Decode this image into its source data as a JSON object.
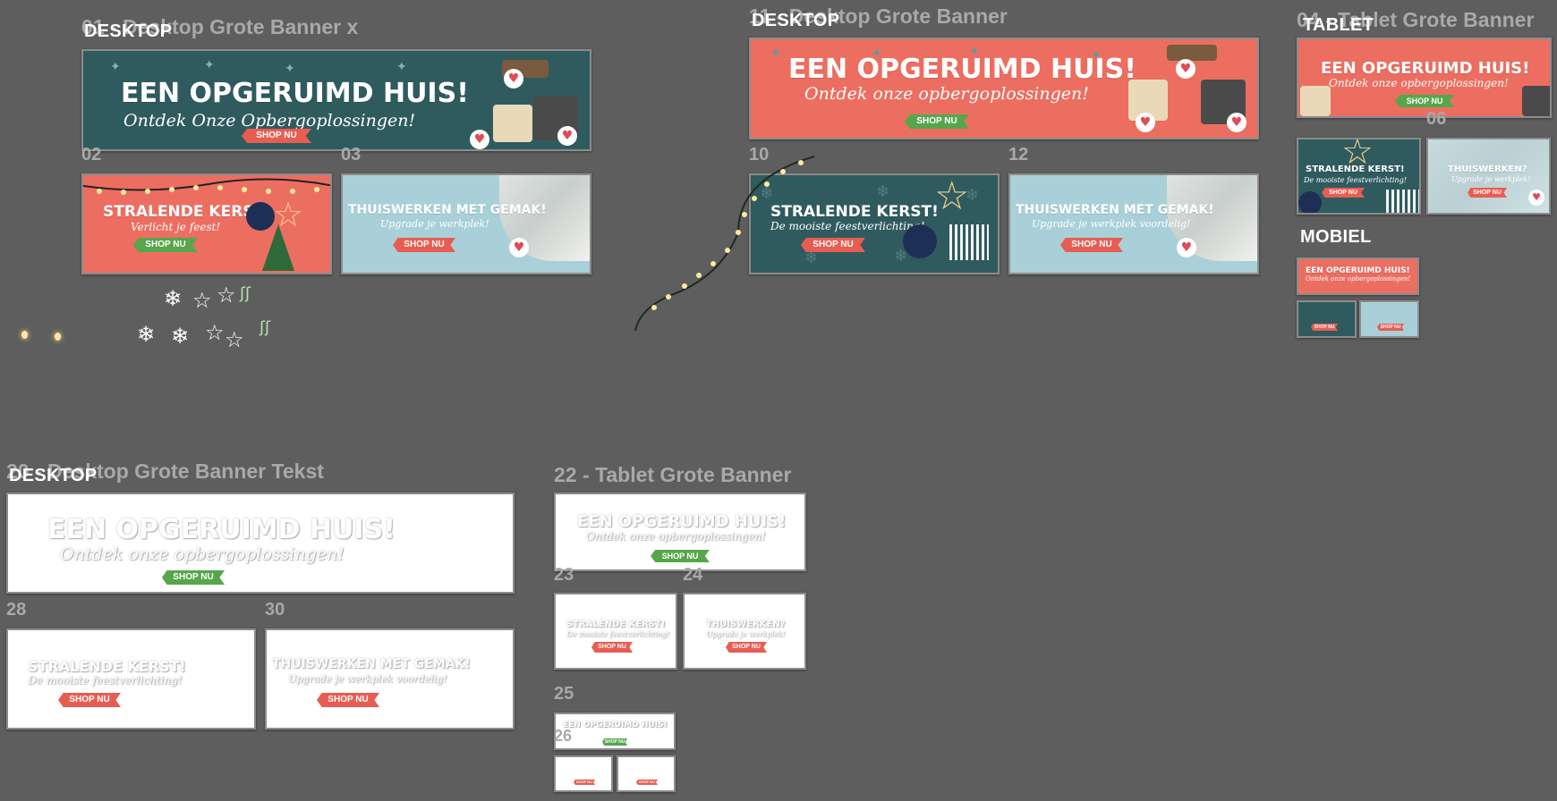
{
  "frames": {
    "f01": {
      "label": "01 - Desktop Grote Banner x",
      "tag": "DESKTOP"
    },
    "f11": {
      "label": "11 - Desktop Grote Banner",
      "tag": "DESKTOP"
    },
    "f04": {
      "label": "04 - Tablet Grote Banner",
      "tag": "TABLET",
      "mobile_tag": "MOBIEL"
    },
    "f20": {
      "label": "20 - Desktop Grote Banner Tekst",
      "tag": "DESKTOP"
    },
    "f22": {
      "label": "22 - Tablet Grote Banner"
    }
  },
  "numbers": {
    "n02": "02",
    "n03": "03",
    "n10": "10",
    "n12": "12",
    "n06": "06",
    "n28": "28",
    "n30": "30",
    "n23": "23",
    "n24": "24",
    "n25": "25",
    "n26": "26"
  },
  "copy": {
    "huis_title": "EEN OPGERUIMD HUIS!",
    "huis_sub_a": "Ontdek Onze Opbergoplossingen!",
    "huis_sub_b": "Ontdek onze opbergoplossingen!",
    "kerst_title": "STRALENDE KERST!",
    "kerst_sub_a": "Verlicht je feest!",
    "kerst_sub_b": "De mooiste feestverlichting!",
    "thuis_title": "THUISWERKEN MET GEMAK!",
    "thuis_title_short": "THUISWERKEN?",
    "thuis_sub_a": "Upgrade je werkplek!",
    "thuis_sub_b": "Upgrade je werkplek voordelig!",
    "shop": "SHOP NU",
    "heart": "♥"
  },
  "colors": {
    "canvas": "#5e5e5e",
    "teal": "#2f5b5f",
    "coral": "#ec6e61",
    "light_blue": "#a9d0d9",
    "shop_red": "#e85d52",
    "shop_green": "#56a64c",
    "label_grey": "#a9a9a9"
  }
}
